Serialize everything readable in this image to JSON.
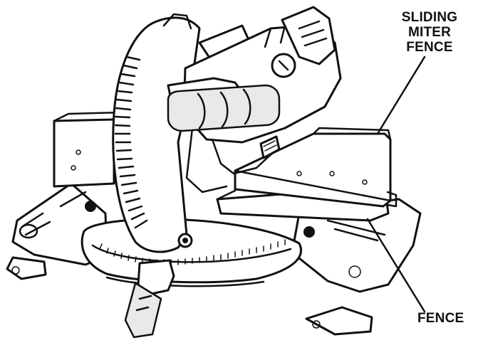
{
  "diagram": {
    "labels": {
      "sliding_miter_fence": [
        "SLIDING",
        "MITER",
        "FENCE"
      ],
      "fence": "FENCE"
    },
    "colors": {
      "ink": "#111111",
      "paper": "#ffffff"
    }
  }
}
